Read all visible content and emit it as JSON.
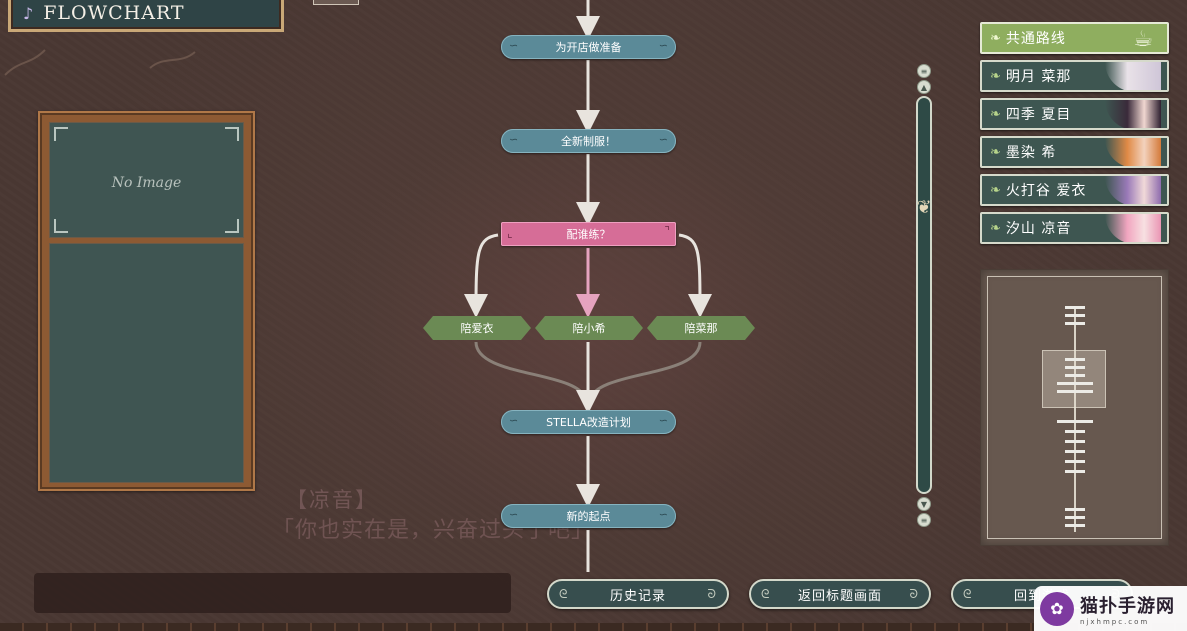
{
  "header": {
    "title": "FLOWCHART",
    "icon": "music-note-icon"
  },
  "image_panel": {
    "placeholder": "No Image"
  },
  "background_text": {
    "speaker": "【凉音】",
    "line": "「你也实在是，兴奋过头了吧」"
  },
  "flowchart": {
    "nodes": {
      "prepare_shop": "为开店做准备",
      "new_uniform": "全新制服！",
      "who_to_practice": "配谁练？",
      "with_aii": "陪爱衣",
      "with_xiaoxi": "陪小希",
      "with_caina": "陪菜那",
      "stella_plan": "STELLA改造计划",
      "new_start": "新的起点"
    },
    "colors": {
      "common": "#5b8a98",
      "choice": "#d66d97",
      "option": "#6b8a54",
      "arrow": "#e8e4de",
      "arrow_selected": "#e6a3bf"
    }
  },
  "scrollbar": {
    "up_icon": "▲",
    "down_icon": "▼",
    "thumb_icon": "butterfly-icon"
  },
  "routes": [
    {
      "label": "共通路线",
      "active": true
    },
    {
      "label": "明月 菜那",
      "active": false
    },
    {
      "label": "四季 夏目",
      "active": false
    },
    {
      "label": "墨染 希",
      "active": false
    },
    {
      "label": "火打谷 爱衣",
      "active": false
    },
    {
      "label": "汐山 凉音",
      "active": false
    }
  ],
  "bottom_buttons": {
    "history": "历史记录",
    "return_title": "返回标题画面",
    "return_game": "回到游戏"
  },
  "watermark": {
    "name": "猫扑手游网",
    "url": "njxhmpc.com"
  }
}
